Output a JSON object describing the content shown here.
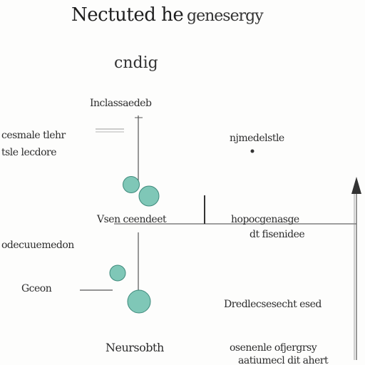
{
  "title": {
    "main": "Nectuted he",
    "aux": "genesergy"
  },
  "subtitle": "cndig",
  "labels": {
    "top_center": "Inclassaedeb",
    "left_upper_line1": "cesmale tlehr",
    "left_upper_line2": "tsle lecdore",
    "right_upper": "njmedelstle",
    "center_row": "Vsen ceendeet",
    "right_center_line1": "hopocgenasge",
    "right_center_line2": "dt fisenidee",
    "left_mid": "odecuuemedon",
    "left_low": "Gceon",
    "right_low": "Dredlecsesecht esed",
    "bottom_center": "Neursobth",
    "bottom_right_line1": "osenenle ofjergrsy",
    "bottom_right_line2": "aatiumecl dit ahert"
  },
  "colors": {
    "node_fill": "#7fc7b7",
    "node_stroke": "#3f8a7c",
    "line": "#555555",
    "text": "#2a2a2a"
  }
}
